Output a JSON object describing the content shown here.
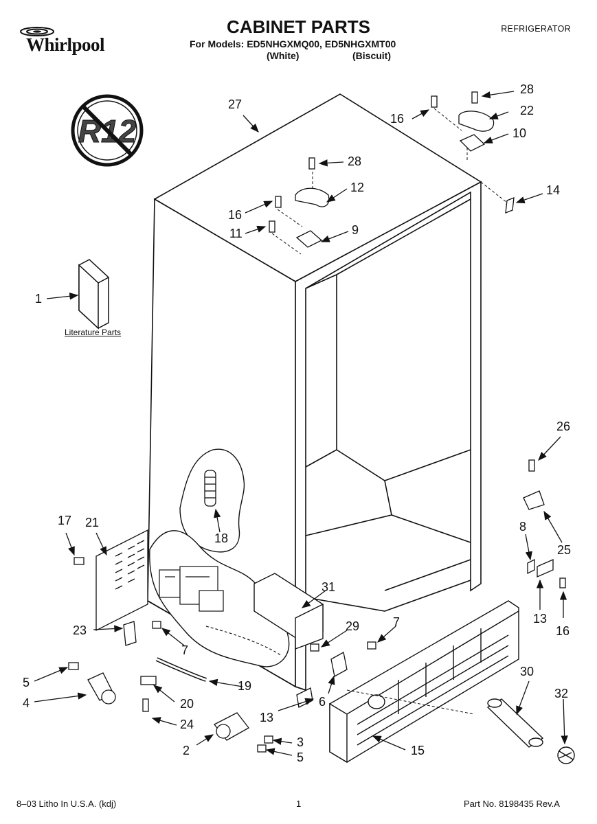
{
  "brand": {
    "logo_text": "Whirlpool"
  },
  "header": {
    "title": "CABINET PARTS",
    "models_line": "For Models: ED5NHGXMQ00, ED5NHGXMT00",
    "variant_white": "(White)",
    "variant_biscuit": "(Biscuit)",
    "appliance": "REFRIGERATOR"
  },
  "badge": {
    "text": "R12"
  },
  "literature": {
    "label": "Literature Parts"
  },
  "callouts": {
    "c27": "27",
    "c28a": "28",
    "c22": "22",
    "c16a": "16",
    "c10": "10",
    "c28b": "28",
    "c12": "12",
    "c16b": "16",
    "c11": "11",
    "c9": "9",
    "c14": "14",
    "c1": "1",
    "c26": "26",
    "c25": "25",
    "c18": "18",
    "c17": "17",
    "c21": "21",
    "c8": "8",
    "c13a": "13",
    "c16c": "16",
    "c31": "31",
    "c23": "23",
    "c7a": "7",
    "c29": "29",
    "c7b": "7",
    "c5a": "5",
    "c4": "4",
    "c19": "19",
    "c20": "20",
    "c6": "6",
    "c30": "30",
    "c32": "32",
    "c13b": "13",
    "c24": "24",
    "c2": "2",
    "c3": "3",
    "c5b": "5",
    "c15": "15"
  },
  "footer": {
    "left": "8–03 Litho In U.S.A. (kdj)",
    "page": "1",
    "part_no": "Part No. 8198435 Rev.A"
  }
}
